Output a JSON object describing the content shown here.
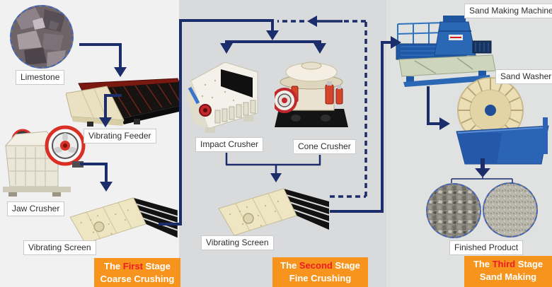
{
  "diagram_type": "process-flow",
  "stages": [
    {
      "banner": {
        "prefix": "The ",
        "highlight": "First",
        "suffix": " Stage",
        "line2": "Coarse Crushing"
      },
      "items": [
        "Limestone",
        "Vibrating Feeder",
        "Jaw Crusher",
        "Vibrating Screen"
      ]
    },
    {
      "banner": {
        "prefix": "The ",
        "highlight": "Second",
        "suffix": " Stage",
        "line2": "Fine Crushing"
      },
      "items": [
        "Impact Crusher",
        "Cone Crusher",
        "Vibrating Screen"
      ]
    },
    {
      "banner": {
        "prefix": "The ",
        "highlight": "Third",
        "suffix": " Stage",
        "line2": "Sand Making"
      },
      "items": [
        "Sand Making Machine",
        "Sand Washer",
        "Finished Product"
      ]
    }
  ],
  "labels": {
    "limestone": "Limestone",
    "vibrating_feeder": "Vibrating Feeder",
    "jaw_crusher": "Jaw Crusher",
    "vibrating_screen_1": "Vibrating Screen",
    "impact_crusher": "Impact Crusher",
    "cone_crusher": "Cone Crusher",
    "vibrating_screen_2": "Vibrating Screen",
    "sand_making_machine": "Sand Making Machine",
    "sand_washer": "Sand Washer",
    "finished_product": "Finished Product"
  },
  "connections": [
    {
      "from": "Limestone",
      "to": "Vibrating Feeder",
      "style": "solid"
    },
    {
      "from": "Vibrating Feeder",
      "to": "Jaw Crusher",
      "style": "solid"
    },
    {
      "from": "Jaw Crusher",
      "to": "Vibrating Screen (stage 1)",
      "style": "solid"
    },
    {
      "from": "Vibrating Screen (stage 1)",
      "to": "Impact Crusher / Cone Crusher",
      "style": "solid"
    },
    {
      "from": "Impact Crusher / Cone Crusher",
      "to": "Vibrating Screen (stage 2)",
      "style": "solid"
    },
    {
      "from": "Vibrating Screen (stage 2)",
      "to": "Impact Crusher / Cone Crusher",
      "style": "dashed-recirculation"
    },
    {
      "from": "Vibrating Screen (stage 2)",
      "to": "Sand Making Machine",
      "style": "solid"
    },
    {
      "from": "Sand Making Machine",
      "to": "Sand Washer",
      "style": "solid"
    },
    {
      "from": "Sand Washer",
      "to": "Finished Product",
      "style": "solid"
    }
  ],
  "colors": {
    "arrow": "#1c2d6b",
    "banner_bg": "#f7941d",
    "banner_text": "#ffffff",
    "banner_highlight": "#ed1c24",
    "panel_left": "#f1f1f2",
    "panel_middle": "#d9dadb",
    "panel_right": "#e0e1e1",
    "dashed_circle_border": "#3f62bd",
    "label_border": "#c9c9c9"
  }
}
